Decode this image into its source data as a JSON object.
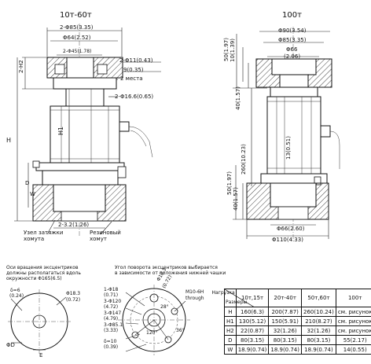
{
  "left_view": {
    "title": "10т-60т",
    "dims": {
      "d85": "2-Φ85(3.35)",
      "d64": "Φ64(2.52)",
      "d45": "2-Φ45(1.78)",
      "d11": "2-Φ11(0.43)",
      "nine": "9(0.35)",
      "two_places": "2 места",
      "d16": "2-Φ16.6(0.65)",
      "h2": "2-H2",
      "h": "H",
      "h1": "H1",
      "d": "D",
      "w": "W",
      "gap": "2-3.2(1.26)"
    },
    "labels": {
      "clamp_knot": "Узел затяжки\nхомута",
      "rubber_clamp": "Резиновый\nхомут"
    }
  },
  "right_view": {
    "title": "100т",
    "dims": {
      "d90": "Φ90(3.54)",
      "d85": "Φ85(3.35)",
      "d66_top": "Φ66",
      "d66_top_in": "(2.06)",
      "v50_top": "50(1.97)",
      "v10": "10(1.39)",
      "v40_top": "40(1.57)",
      "v260": "260(10.23)",
      "v13": "13(0.51)",
      "v50_bot": "50(1.97)",
      "v40_bot": "40(1.57)",
      "d66_bot": "Φ66(2.60)",
      "d110": "Φ110(4.33)"
    }
  },
  "bottom_left": {
    "note": "Оси вращения эксцентриков\nдолжны располагаться вдоль\nокружности Φ165(6.5)",
    "d6": "δ=6",
    "d6_in": "(0.24)",
    "d18": "Φ18.3",
    "d18_in": "(0.72)",
    "phi_d": "ΦD",
    "e": "E"
  },
  "bottom_mid": {
    "note": "Угол поворота эксцентриков выбирается\nв зависимости от положения нижней чашки",
    "items": [
      "1-Φ18",
      "(0.71)",
      "3-Φ120",
      "(4.72)",
      "3-Φ147",
      "(4.79)",
      "3-Φ85.1",
      "(3.33)",
      "δ=10",
      "(0.39)"
    ],
    "m10": "M10-6H",
    "through": "through",
    "angle_28": "28°",
    "angle_120": "120°",
    "angle_36": "36°",
    "top_dim": "Φ18.3",
    "top_dim_in": "(0.72)"
  },
  "table": {
    "corner_top": "Нагрузка",
    "corner_bottom": "Размеры",
    "headers": [
      "10т,15т",
      "20т-40т",
      "50т,60т",
      "100т"
    ],
    "rows": [
      {
        "name": "H",
        "values": [
          "160(6.3)",
          "200(7.87)",
          "260(10.24)",
          "см. рисунок"
        ]
      },
      {
        "name": "H1",
        "values": [
          "130(5.12)",
          "150(5.91)",
          "210(8.27)",
          "см. рисунок"
        ]
      },
      {
        "name": "H2",
        "values": [
          "22(0.87)",
          "32(1.26)",
          "32(1.26)",
          "см. рисунок"
        ]
      },
      {
        "name": "D",
        "values": [
          "80(3.15)",
          "80(3.15)",
          "80(3.15)",
          "55(2.17)"
        ]
      },
      {
        "name": "W",
        "values": [
          "18.9(0.74)",
          "18.9(0.74)",
          "18.9(0.74)",
          "14(0.55)"
        ]
      }
    ]
  }
}
